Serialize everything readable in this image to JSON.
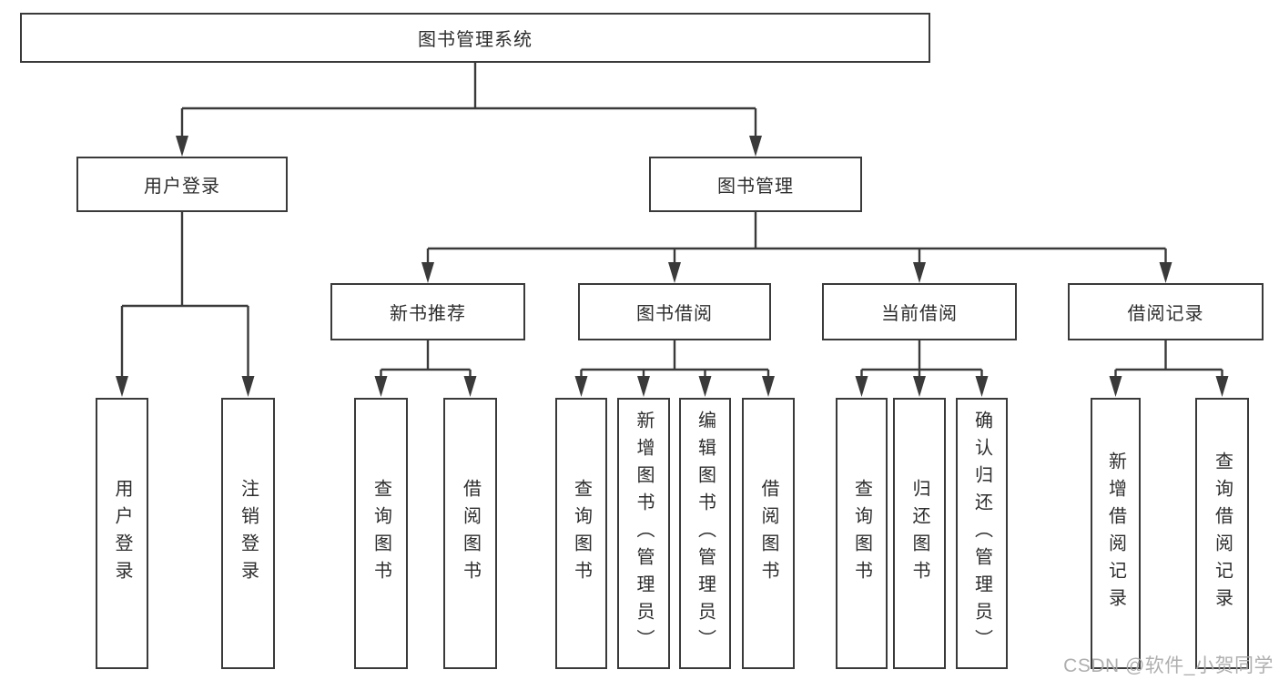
{
  "title": "图书管理系统",
  "watermark": "CSDN @软件_小贺同学",
  "colors": {
    "line": "#3a3a3a",
    "text": "#2d2d2d",
    "watermark": "#a8a8a8",
    "background": "#ffffff"
  },
  "nodes": {
    "root": {
      "label": "图书管理系统"
    },
    "user_login": {
      "label": "用户登录"
    },
    "book_management": {
      "label": "图书管理"
    },
    "new_book_recommend": {
      "label": "新书推荐"
    },
    "book_borrow": {
      "label": "图书借阅"
    },
    "current_borrow": {
      "label": "当前借阅"
    },
    "borrow_records": {
      "label": "借阅记录"
    }
  },
  "leaves": {
    "user_login": [
      {
        "label": "用户登录"
      },
      {
        "label": "注销登录"
      }
    ],
    "new_book_recommend": [
      {
        "label": "查询图书"
      },
      {
        "label": "借阅图书"
      }
    ],
    "book_borrow": [
      {
        "label": "查询图书"
      },
      {
        "label": "新增图书（管理员）"
      },
      {
        "label": "编辑图书（管理员）"
      },
      {
        "label": "借阅图书"
      }
    ],
    "current_borrow": [
      {
        "label": "查询图书"
      },
      {
        "label": "归还图书"
      },
      {
        "label": "确认归还（管理员）"
      }
    ],
    "borrow_records": [
      {
        "label": "新增借阅记录"
      },
      {
        "label": "查询借阅记录"
      }
    ]
  }
}
